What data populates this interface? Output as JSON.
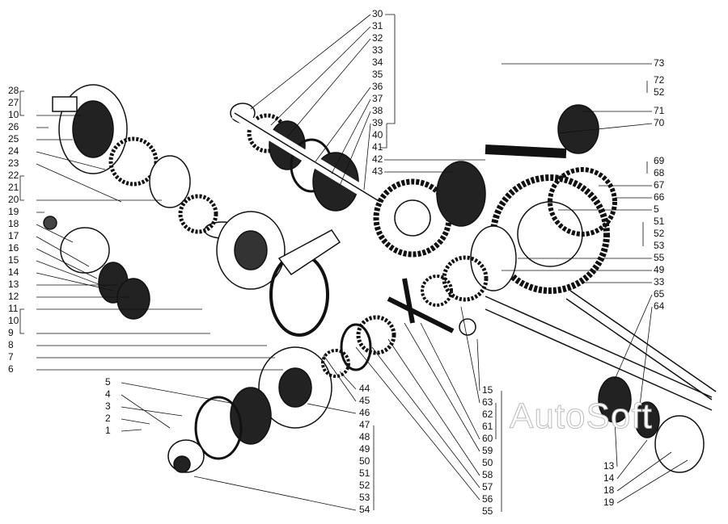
{
  "watermark": "AutoSoft",
  "labels": {
    "left": [
      "28",
      "27",
      "10",
      "26",
      "25",
      "24",
      "23",
      "22",
      "21",
      "20",
      "19",
      "18",
      "17",
      "16",
      "15",
      "14",
      "13",
      "12",
      "11",
      "10",
      "9",
      "8",
      "7",
      "6"
    ],
    "top": [
      "30",
      "31",
      "32",
      "33",
      "34",
      "35",
      "36",
      "37",
      "38",
      "39",
      "40",
      "41",
      "42",
      "43"
    ],
    "right": [
      "73",
      "72",
      "52",
      "71",
      "70",
      "69",
      "68",
      "67",
      "66",
      "5",
      "51",
      "52",
      "53",
      "55",
      "49",
      "33",
      "65",
      "64"
    ],
    "bottom_left": [
      "5",
      "4",
      "3",
      "2",
      "1"
    ],
    "bottom_mid": [
      "44",
      "45",
      "46",
      "47",
      "48",
      "49",
      "50",
      "51",
      "52",
      "53",
      "54"
    ],
    "bottom_center": [
      "15",
      "63",
      "62",
      "61",
      "60",
      "59",
      "50",
      "58",
      "57",
      "56",
      "55"
    ],
    "bottom_right": [
      "13",
      "14",
      "18",
      "19"
    ]
  }
}
